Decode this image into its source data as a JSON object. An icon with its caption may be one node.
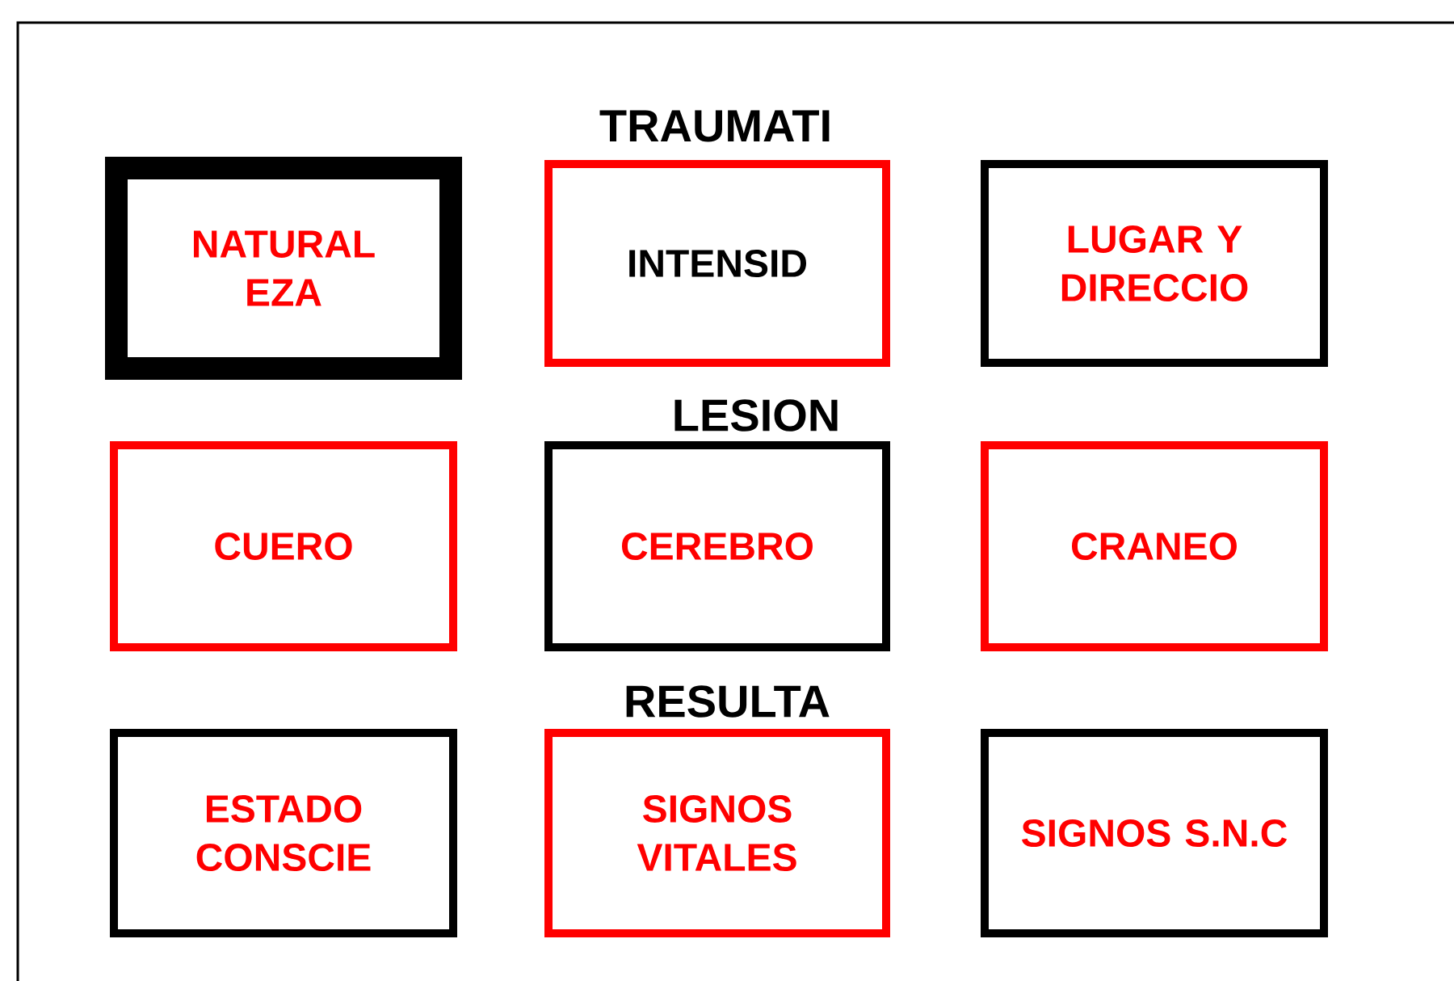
{
  "diagram": {
    "nodes": [
      {
        "text": [
          "NATURAL EZA"
        ]
      },
      {
        "text": [
          "INTENSID"
        ]
      },
      {
        "text": [
          "LUGAR Y DIRECCIO"
        ]
      },
      {
        "text": [
          "CUERO"
        ]
      },
      {
        "text": [
          "CEREBRO"
        ]
      },
      {
        "text": [
          "CRANEO"
        ]
      },
      {
        "text": [
          "ESTADO CONSCIE"
        ]
      },
      {
        "text": [
          "SIGNOS VITALES"
        ]
      },
      {
        "text": [
          "SIGNOS S.N.C"
        ]
      }
    ],
    "labels": [
      "TRAUMATI",
      "LESION",
      "RESULTA"
    ]
  }
}
